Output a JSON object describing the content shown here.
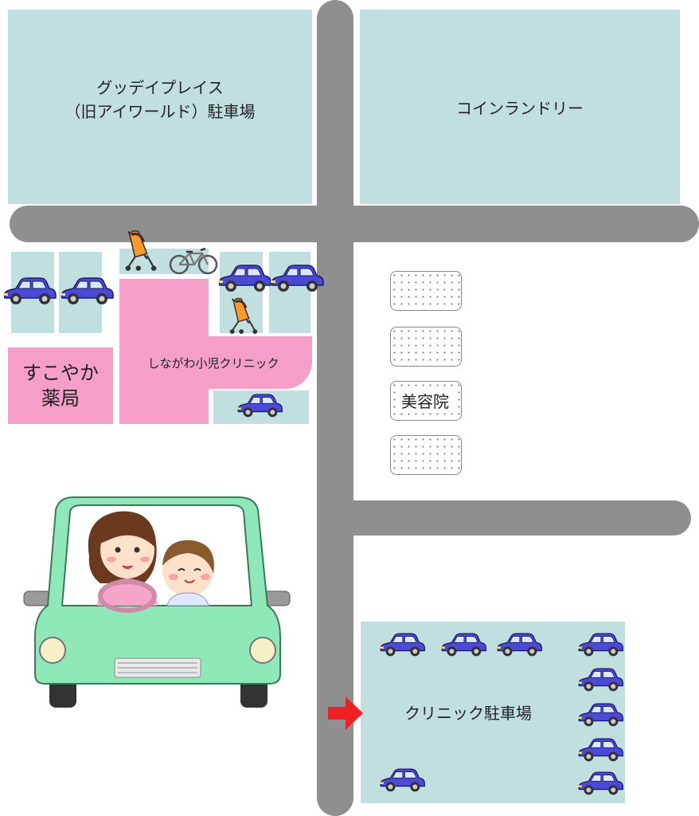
{
  "map": {
    "north_west_parking": "グッデイプレイス\n（旧アイワールド）駐車場",
    "north_east_block": "コインランドリー",
    "pharmacy": "すこやか\n薬局",
    "clinic": "しながわ小児クリニック",
    "beauty_salon": "美容院",
    "clinic_parking": "クリニック駐車場"
  },
  "colors": {
    "block": "#c2dfe0",
    "clinic": "#f59ec8",
    "road": "#8f8f8f",
    "car": "#4a4ad6",
    "arrow": "#ee2222",
    "big_car": "#8ee8b8"
  },
  "icons": [
    "car-icon",
    "stroller-icon",
    "bicycle-icon",
    "arrow-right-icon",
    "illustration-mother-child-car"
  ]
}
